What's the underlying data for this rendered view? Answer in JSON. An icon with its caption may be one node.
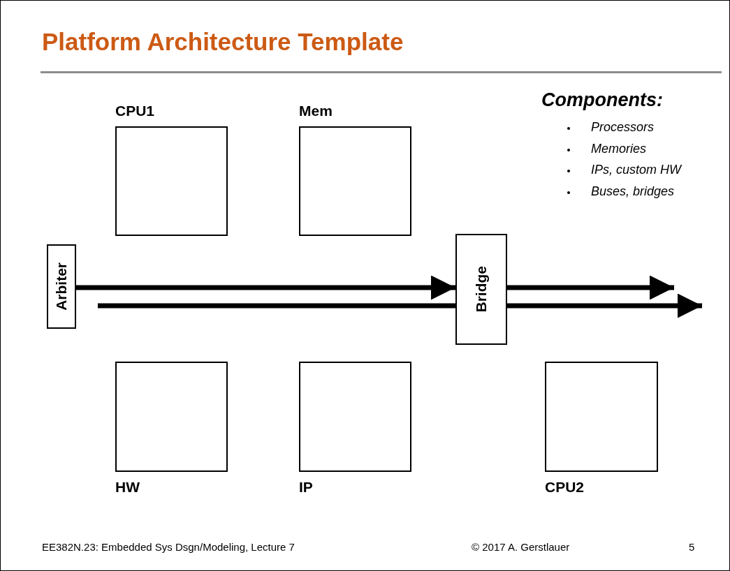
{
  "diagram": {
    "title": "Platform Architecture Template",
    "nodes": [
      {
        "text": [
          "CPU1"
        ]
      },
      {
        "text": [
          "Mem"
        ]
      },
      {
        "text": [
          "Arbiter"
        ]
      },
      {
        "text": [
          "Bridge"
        ]
      },
      {
        "text": [
          "HW"
        ]
      },
      {
        "text": [
          "IP"
        ]
      },
      {
        "text": [
          "CPU2"
        ]
      }
    ],
    "edges": [
      {
        "from": 2,
        "to": 3,
        "arrow": "to"
      },
      {
        "from": 3,
        "to": null,
        "arrow": "to"
      },
      {
        "from": null,
        "to": 3,
        "arrow": "none"
      },
      {
        "from": 3,
        "to": null,
        "arrow": "to"
      }
    ],
    "labels": [
      "Components:",
      "Processors",
      "Memories",
      "IPs, custom HW",
      "Buses, bridges",
      "EE382N.23: Embedded Sys Dsgn/Modeling, Lecture 7",
      "© 2017 A. Gerstlauer",
      "5"
    ]
  }
}
